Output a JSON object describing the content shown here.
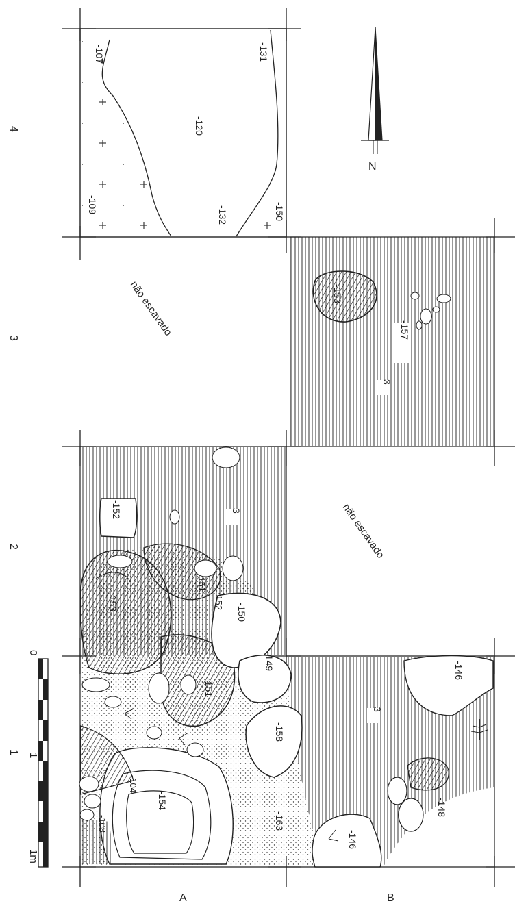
{
  "grid": {
    "rows": [
      "4",
      "3",
      "2",
      "1"
    ],
    "columns": [
      "A",
      "B"
    ]
  },
  "north_arrow": {
    "label": "N"
  },
  "scale_bar": {
    "labels": [
      "0",
      "1",
      "1m"
    ]
  },
  "unexcavated_label": "não escavado",
  "layer_label": "3",
  "elevations": {
    "a4_top_left": "-107",
    "a4_top_right": "-131",
    "a4_center": "-120",
    "a4_bottom_left": "-109",
    "a4_bottom_mid": "-132",
    "a4_bottom_right": "-150",
    "b3_stone": "-153",
    "b3_floor": "-157",
    "a2_stone": "-152",
    "a2_cluster": "-153",
    "a2_small": "-151",
    "a2_small2": "-152",
    "a2_stone_big": "-150",
    "a1_stone_149": "-149",
    "a1_stone_151": "-151",
    "a1_stone_158": "-158",
    "b1_stone_top": "-146",
    "b1_bottom": "-148",
    "b1_stone_bottom": "-146",
    "a1_pit_outer": "-104",
    "a1_pit_inner": "-154",
    "a1_pit_edge": "-108",
    "a1_floor": "-163"
  }
}
